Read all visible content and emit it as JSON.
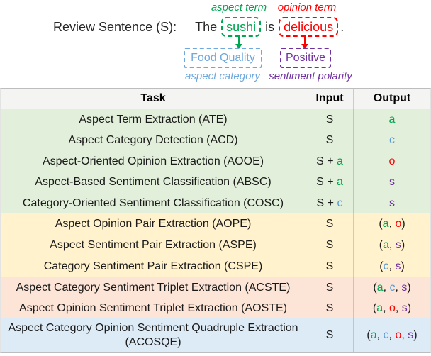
{
  "diagram": {
    "review_label": "Review Sentence (S):",
    "word_the": "The",
    "aspect_term_word": "sushi",
    "word_is": "is",
    "opinion_term_word": "delicious",
    "period": ".",
    "aspect_term_label": "aspect term",
    "opinion_term_label": "opinion term",
    "aspect_category_value": "Food Quality",
    "sentiment_polarity_value": "Positive",
    "aspect_category_label": "aspect category",
    "sentiment_polarity_label": "sentiment polarity"
  },
  "colors": {
    "diagram": {
      "aspect": "#00A651",
      "opinion": "#FE0000",
      "category": "#6FA8DC",
      "sentiment": "#7030A0"
    },
    "roles": {
      "aspect": "#00A651",
      "category": "#5B9BD5",
      "opinion": "#FE0000",
      "sentiment": "#7030A0",
      "plain": "#1A1A1A"
    },
    "groups": {
      "extraction": "#E2EFDA",
      "pair": "#FFF2CC",
      "triplet": "#FCE4D6",
      "quadruple": "#DDEBF7"
    },
    "header_bg": "#F4F4F2"
  },
  "table": {
    "headers": [
      "Task",
      "Input",
      "Output"
    ],
    "rows": [
      {
        "task": "Aspect Term Extraction (ATE)",
        "group": "extraction",
        "input": [
          [
            "S",
            "plain"
          ]
        ],
        "output": [
          [
            "a",
            "aspect"
          ]
        ]
      },
      {
        "task": "Aspect Category Detection (ACD)",
        "group": "extraction",
        "input": [
          [
            "S",
            "plain"
          ]
        ],
        "output": [
          [
            "c",
            "category"
          ]
        ]
      },
      {
        "task": "Aspect-Oriented Opinion Extraction (AOOE)",
        "group": "extraction",
        "input": [
          [
            "S + ",
            "plain"
          ],
          [
            "a",
            "aspect"
          ]
        ],
        "output": [
          [
            "o",
            "opinion"
          ]
        ]
      },
      {
        "task": "Aspect-Based Sentiment Classification (ABSC)",
        "group": "extraction",
        "input": [
          [
            "S + ",
            "plain"
          ],
          [
            "a",
            "aspect"
          ]
        ],
        "output": [
          [
            "s",
            "sentiment"
          ]
        ]
      },
      {
        "task": "Category-Oriented Sentiment Classification (COSC)",
        "group": "extraction",
        "input": [
          [
            "S + ",
            "plain"
          ],
          [
            "c",
            "category"
          ]
        ],
        "output": [
          [
            "s",
            "sentiment"
          ]
        ]
      },
      {
        "task": "Aspect Opinion Pair Extraction (AOPE)",
        "group": "pair",
        "input": [
          [
            "S",
            "plain"
          ]
        ],
        "output": [
          [
            "(",
            "plain"
          ],
          [
            "a",
            "aspect"
          ],
          [
            ", ",
            "plain"
          ],
          [
            "o",
            "opinion"
          ],
          [
            ")",
            "plain"
          ]
        ]
      },
      {
        "task": "Aspect Sentiment Pair Extraction (ASPE)",
        "group": "pair",
        "input": [
          [
            "S",
            "plain"
          ]
        ],
        "output": [
          [
            "(",
            "plain"
          ],
          [
            "a",
            "aspect"
          ],
          [
            ", ",
            "plain"
          ],
          [
            "s",
            "sentiment"
          ],
          [
            ")",
            "plain"
          ]
        ]
      },
      {
        "task": "Category Sentiment Pair Extraction (CSPE)",
        "group": "pair",
        "input": [
          [
            "S",
            "plain"
          ]
        ],
        "output": [
          [
            "(",
            "plain"
          ],
          [
            "c",
            "category"
          ],
          [
            ", ",
            "plain"
          ],
          [
            "s",
            "sentiment"
          ],
          [
            ")",
            "plain"
          ]
        ]
      },
      {
        "task": "Aspect Category Sentiment Triplet Extraction (ACSTE)",
        "group": "triplet",
        "input": [
          [
            "S",
            "plain"
          ]
        ],
        "output": [
          [
            "(",
            "plain"
          ],
          [
            "a",
            "aspect"
          ],
          [
            ", ",
            "plain"
          ],
          [
            "c",
            "category"
          ],
          [
            ", ",
            "plain"
          ],
          [
            "s",
            "sentiment"
          ],
          [
            ")",
            "plain"
          ]
        ]
      },
      {
        "task": "Aspect Opinion Sentiment Triplet Extraction (AOSTE)",
        "group": "triplet",
        "input": [
          [
            "S",
            "plain"
          ]
        ],
        "output": [
          [
            "(",
            "plain"
          ],
          [
            "a",
            "aspect"
          ],
          [
            ", ",
            "plain"
          ],
          [
            "o",
            "opinion"
          ],
          [
            ", ",
            "plain"
          ],
          [
            "s",
            "sentiment"
          ],
          [
            ")",
            "plain"
          ]
        ]
      },
      {
        "task": "Aspect Category Opinion Sentiment Quadruple Extraction (ACOSQE)",
        "group": "quadruple",
        "input": [
          [
            "S",
            "plain"
          ]
        ],
        "output": [
          [
            "(",
            "plain"
          ],
          [
            "a",
            "aspect"
          ],
          [
            ", ",
            "plain"
          ],
          [
            "c",
            "category"
          ],
          [
            ", ",
            "plain"
          ],
          [
            "o",
            "opinion"
          ],
          [
            ", ",
            "plain"
          ],
          [
            "s",
            "sentiment"
          ],
          [
            ")",
            "plain"
          ]
        ]
      }
    ]
  }
}
